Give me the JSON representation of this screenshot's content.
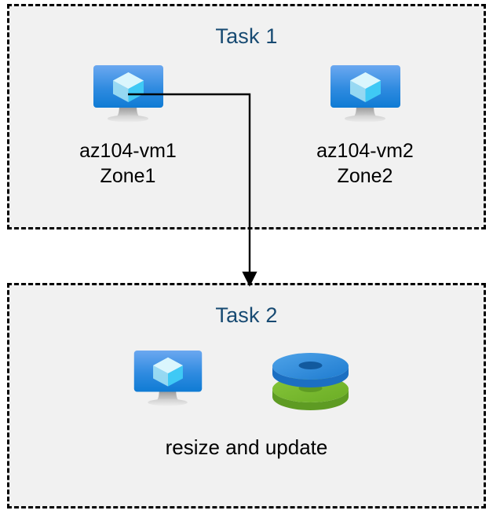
{
  "diagram": {
    "title": "Azure VM tasks diagram",
    "background_color": "#FFFFFF",
    "box_fill_color": "#F1F1F1",
    "box_border_color": "#000000",
    "title_color": "#174A72",
    "label_color": "#000000",
    "connector_color": "#000000"
  },
  "task1": {
    "title": "Task 1",
    "nodes": [
      {
        "icon": "azure-virtual-machine-icon",
        "name": "az104-vm1",
        "zone": "Zone1",
        "label": "az104-vm1\nZone1"
      },
      {
        "icon": "azure-virtual-machine-icon",
        "name": "az104-vm2",
        "zone": "Zone2",
        "label": "az104-vm2\nZone2"
      }
    ]
  },
  "task2": {
    "title": "Task 2",
    "caption": "resize and update",
    "icons": [
      {
        "icon": "azure-virtual-machine-icon",
        "name": "virtual machine"
      },
      {
        "icon": "azure-disks-icon",
        "name": "managed disks"
      }
    ]
  },
  "connector": {
    "from": "az104-vm1",
    "to": "Task 2",
    "style": "elbow-arrow",
    "arrow_head": "filled-triangle"
  },
  "icon_colors": {
    "vm_screen_top": "#5EA0EE",
    "vm_screen_bottom": "#0F7BD4",
    "vm_stand": "#B3B3B3",
    "cube_top": "#C3F1FB",
    "cube_left": "#9FE5F7",
    "cube_right": "#32C5F4",
    "disk_blue": "#2E8CE0",
    "disk_blue_side": "#1C6FC2",
    "disk_blue_hole": "#125A9E",
    "disk_green": "#76BC2D",
    "disk_green_side": "#5E9B23",
    "disk_green_hole": "#5E9B23"
  }
}
